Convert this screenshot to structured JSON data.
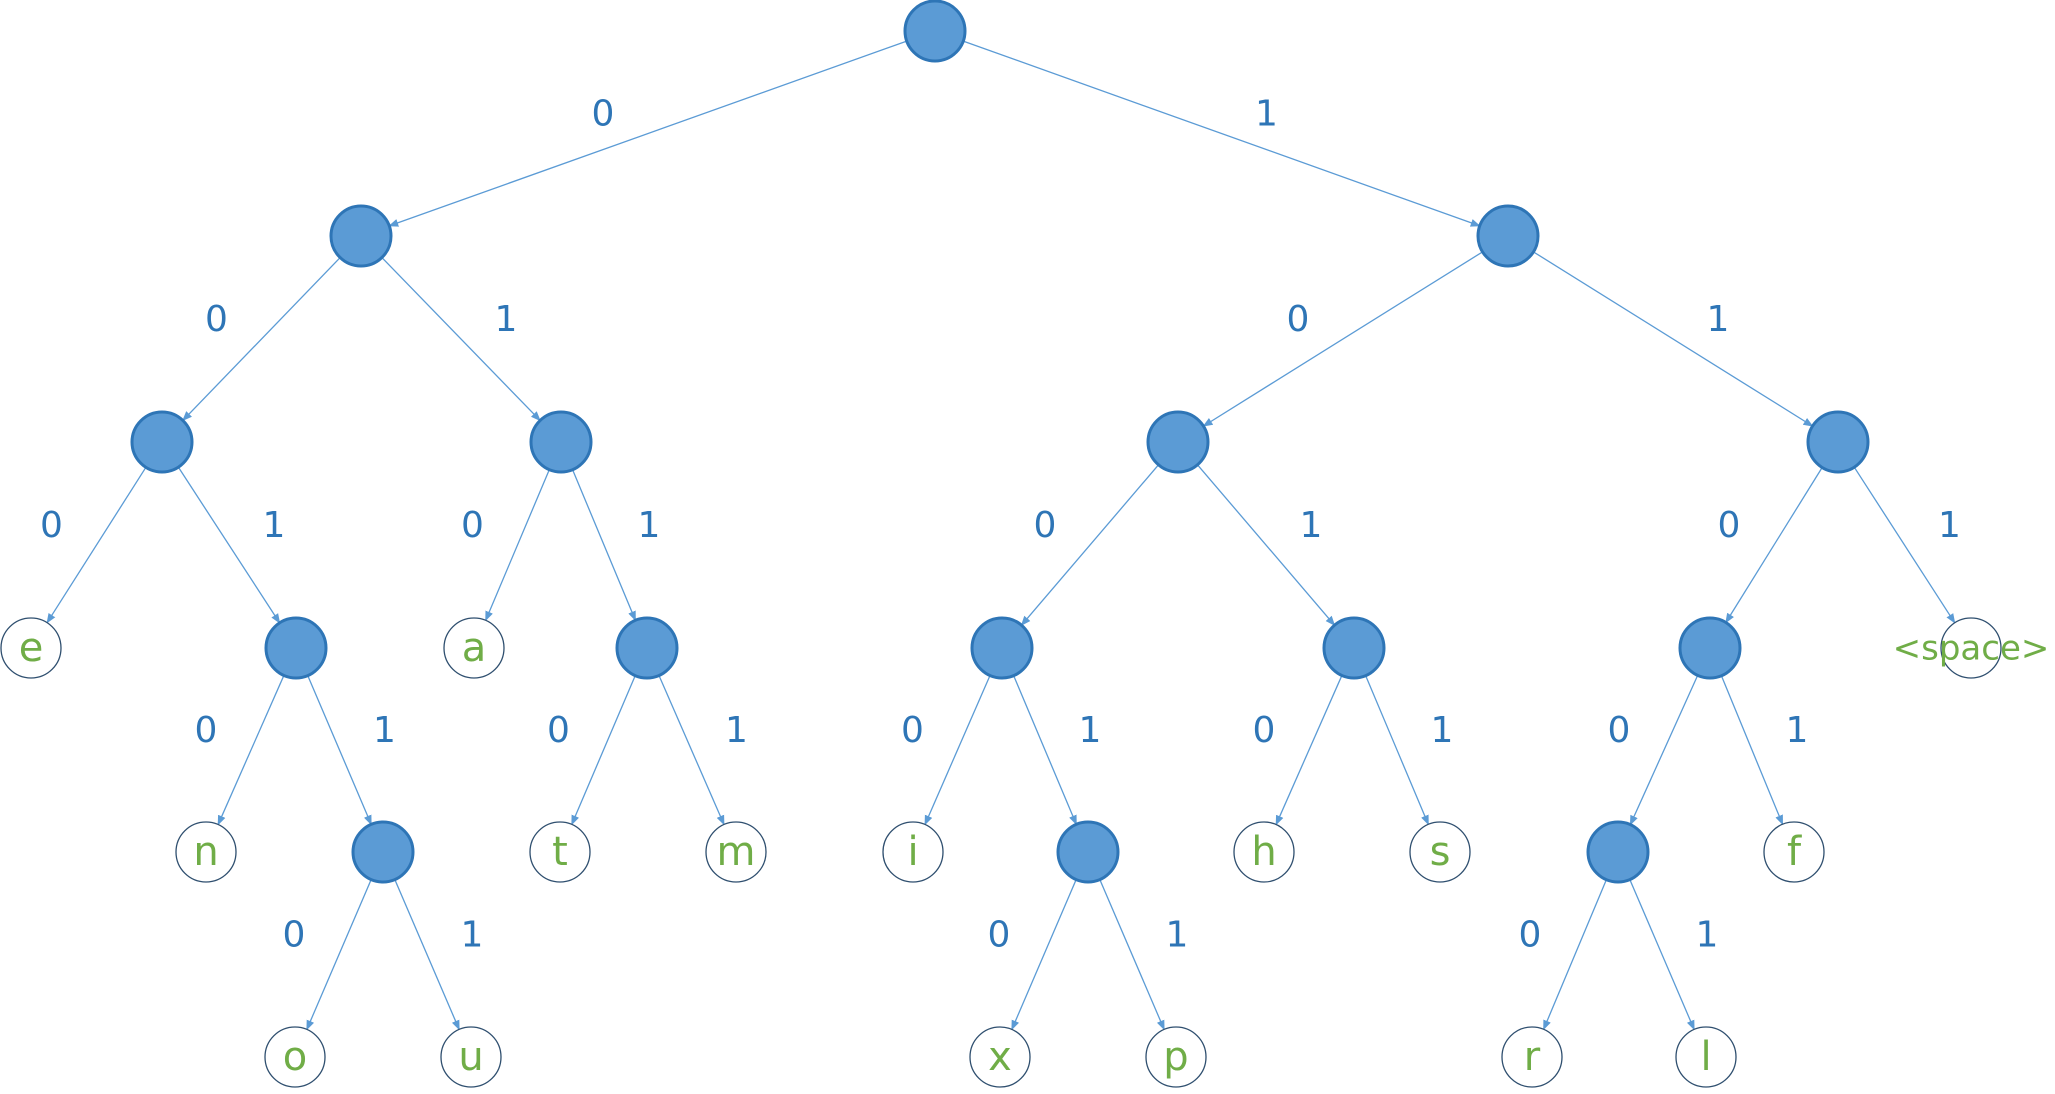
{
  "colors": {
    "internal_fill": "#5b9bd5",
    "internal_stroke": "#2e75b6",
    "edge": "#5b9bd5",
    "edge_label": "#2e75b6",
    "leaf_stroke": "#2f4f6f",
    "leaf_text": "#70ad47",
    "background": "#ffffff"
  },
  "tree": {
    "nodes": [
      {
        "id": "root",
        "type": "internal"
      },
      {
        "id": "n0",
        "type": "internal"
      },
      {
        "id": "n1",
        "type": "internal"
      },
      {
        "id": "n00",
        "type": "internal"
      },
      {
        "id": "n01",
        "type": "internal"
      },
      {
        "id": "n10",
        "type": "internal"
      },
      {
        "id": "n11",
        "type": "internal"
      },
      {
        "id": "leaf-e",
        "type": "leaf",
        "label": "e"
      },
      {
        "id": "n001",
        "type": "internal"
      },
      {
        "id": "leaf-a",
        "type": "leaf",
        "label": "a"
      },
      {
        "id": "n011",
        "type": "internal"
      },
      {
        "id": "n100",
        "type": "internal"
      },
      {
        "id": "n101",
        "type": "internal"
      },
      {
        "id": "n110",
        "type": "internal"
      },
      {
        "id": "leaf-space",
        "type": "leaf",
        "label": "<space>"
      },
      {
        "id": "leaf-n",
        "type": "leaf",
        "label": "n"
      },
      {
        "id": "n0011",
        "type": "internal"
      },
      {
        "id": "leaf-t",
        "type": "leaf",
        "label": "t"
      },
      {
        "id": "leaf-m",
        "type": "leaf",
        "label": "m"
      },
      {
        "id": "leaf-i",
        "type": "leaf",
        "label": "i"
      },
      {
        "id": "n1001",
        "type": "internal"
      },
      {
        "id": "leaf-h",
        "type": "leaf",
        "label": "h"
      },
      {
        "id": "leaf-s",
        "type": "leaf",
        "label": "s"
      },
      {
        "id": "n1100",
        "type": "internal"
      },
      {
        "id": "leaf-f",
        "type": "leaf",
        "label": "f"
      },
      {
        "id": "leaf-o",
        "type": "leaf",
        "label": "o"
      },
      {
        "id": "leaf-u",
        "type": "leaf",
        "label": "u"
      },
      {
        "id": "leaf-x",
        "type": "leaf",
        "label": "x"
      },
      {
        "id": "leaf-p",
        "type": "leaf",
        "label": "p"
      },
      {
        "id": "leaf-r",
        "type": "leaf",
        "label": "r"
      },
      {
        "id": "leaf-l",
        "type": "leaf",
        "label": "l"
      }
    ],
    "edges": [
      {
        "from": "root",
        "to": "n0",
        "label": "0"
      },
      {
        "from": "root",
        "to": "n1",
        "label": "1"
      },
      {
        "from": "n0",
        "to": "n00",
        "label": "0"
      },
      {
        "from": "n0",
        "to": "n01",
        "label": "1"
      },
      {
        "from": "n1",
        "to": "n10",
        "label": "0"
      },
      {
        "from": "n1",
        "to": "n11",
        "label": "1"
      },
      {
        "from": "n00",
        "to": "leaf-e",
        "label": "0"
      },
      {
        "from": "n00",
        "to": "n001",
        "label": "1"
      },
      {
        "from": "n01",
        "to": "leaf-a",
        "label": "0"
      },
      {
        "from": "n01",
        "to": "n011",
        "label": "1"
      },
      {
        "from": "n10",
        "to": "n100",
        "label": "0"
      },
      {
        "from": "n10",
        "to": "n101",
        "label": "1"
      },
      {
        "from": "n11",
        "to": "n110",
        "label": "0"
      },
      {
        "from": "n11",
        "to": "leaf-space",
        "label": "1"
      },
      {
        "from": "n001",
        "to": "leaf-n",
        "label": "0"
      },
      {
        "from": "n001",
        "to": "n0011",
        "label": "1"
      },
      {
        "from": "n011",
        "to": "leaf-t",
        "label": "0"
      },
      {
        "from": "n011",
        "to": "leaf-m",
        "label": "1"
      },
      {
        "from": "n100",
        "to": "leaf-i",
        "label": "0"
      },
      {
        "from": "n100",
        "to": "n1001",
        "label": "1"
      },
      {
        "from": "n101",
        "to": "leaf-h",
        "label": "0"
      },
      {
        "from": "n101",
        "to": "leaf-s",
        "label": "1"
      },
      {
        "from": "n110",
        "to": "n1100",
        "label": "0"
      },
      {
        "from": "n110",
        "to": "leaf-f",
        "label": "1"
      },
      {
        "from": "n0011",
        "to": "leaf-o",
        "label": "0"
      },
      {
        "from": "n0011",
        "to": "leaf-u",
        "label": "1"
      },
      {
        "from": "n1001",
        "to": "leaf-x",
        "label": "0"
      },
      {
        "from": "n1001",
        "to": "leaf-p",
        "label": "1"
      },
      {
        "from": "n1100",
        "to": "leaf-r",
        "label": "0"
      },
      {
        "from": "n1100",
        "to": "leaf-l",
        "label": "1"
      }
    ]
  }
}
